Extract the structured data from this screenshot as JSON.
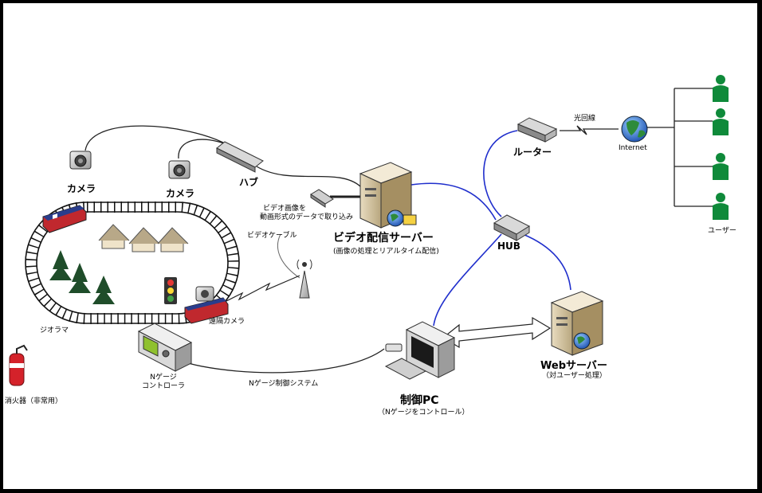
{
  "colors": {
    "network_line": "#1f2ecc",
    "cable_line": "#222222",
    "train_red": "#c0282e",
    "train_blue": "#2a3d8c",
    "tree_green": "#1f4d2a",
    "user_green": "#0f8a3a",
    "extinguisher_red": "#d4222a"
  },
  "labels": {
    "camera1": "カメラ",
    "camera2": "カメラ",
    "hub_small": "ハブ",
    "capture_line1": "ビデオ画像を",
    "capture_line2": "動画形式のデータで取り込み",
    "video_cable": "ビデオケーブル",
    "video_server_title": "ビデオ配信サーバー",
    "video_server_sub": "(画像の処理とリアルタイム配信)",
    "diorama": "ジオラマ",
    "remote_camera": "遠隔カメラ",
    "controller_line1": "Nゲージ",
    "controller_line2": "コントローラ",
    "extinguisher": "消火器（非常用）",
    "control_system": "Nゲージ制御システム",
    "control_pc_title": "制御PC",
    "control_pc_sub": "（Nゲージをコントロール）",
    "router": "ルーター",
    "optical_line": "光回線",
    "internet": "Internet",
    "hub": "HUB",
    "web_server_title": "Webサーバー",
    "web_server_sub": "（対ユーザー処理）",
    "users": "ユーザー"
  },
  "icons": [
    "camera-icon",
    "hub-icon",
    "antenna-icon",
    "server-icon",
    "globe-icon",
    "folder-icon",
    "router-icon",
    "user-icon",
    "train-icon",
    "house-icon",
    "tree-icon",
    "traffic-light-icon",
    "controller-icon",
    "pc-icon",
    "extinguisher-icon",
    "track-icon"
  ]
}
